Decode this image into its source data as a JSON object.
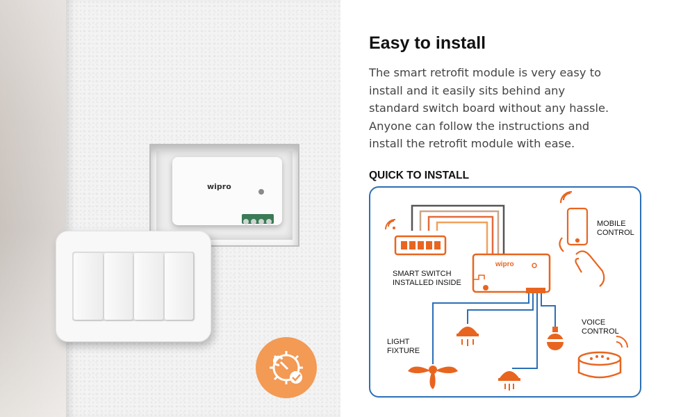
{
  "heading": {
    "title": "Easy to install"
  },
  "description": [
    "The smart retrofit module is very easy to",
    "install  and it easily sits behind any",
    "standard switch board without any hassle.",
    "Anyone can follow the instructions and",
    "install the retrofit  module with ease."
  ],
  "section_title": "QUICK TO INSTALL",
  "photo": {
    "module_logo": "wipro"
  },
  "diagram": {
    "module_logo": "wipro",
    "labels": {
      "mobile_1": "MOBILE",
      "mobile_2": "CONTROL",
      "smart_switch_1": "SMART SWITCH",
      "smart_switch_2": "INSTALLED INSIDE",
      "voice_1": "VOICE",
      "voice_2": "CONTROL",
      "light_1": "LIGHT",
      "light_2": "FIXTURE"
    }
  },
  "colors": {
    "accent_orange": "#e8651f",
    "badge_orange": "#f39a55",
    "diagram_border": "#2b6fb5",
    "wire_blue": "#2b6fb5"
  },
  "icons": [
    "gear-wrench-check-icon",
    "smartphone-hand-icon",
    "smart-speaker-icon",
    "ceiling-fan-icon",
    "pendant-lamp-icon",
    "switch-panel-icon"
  ]
}
